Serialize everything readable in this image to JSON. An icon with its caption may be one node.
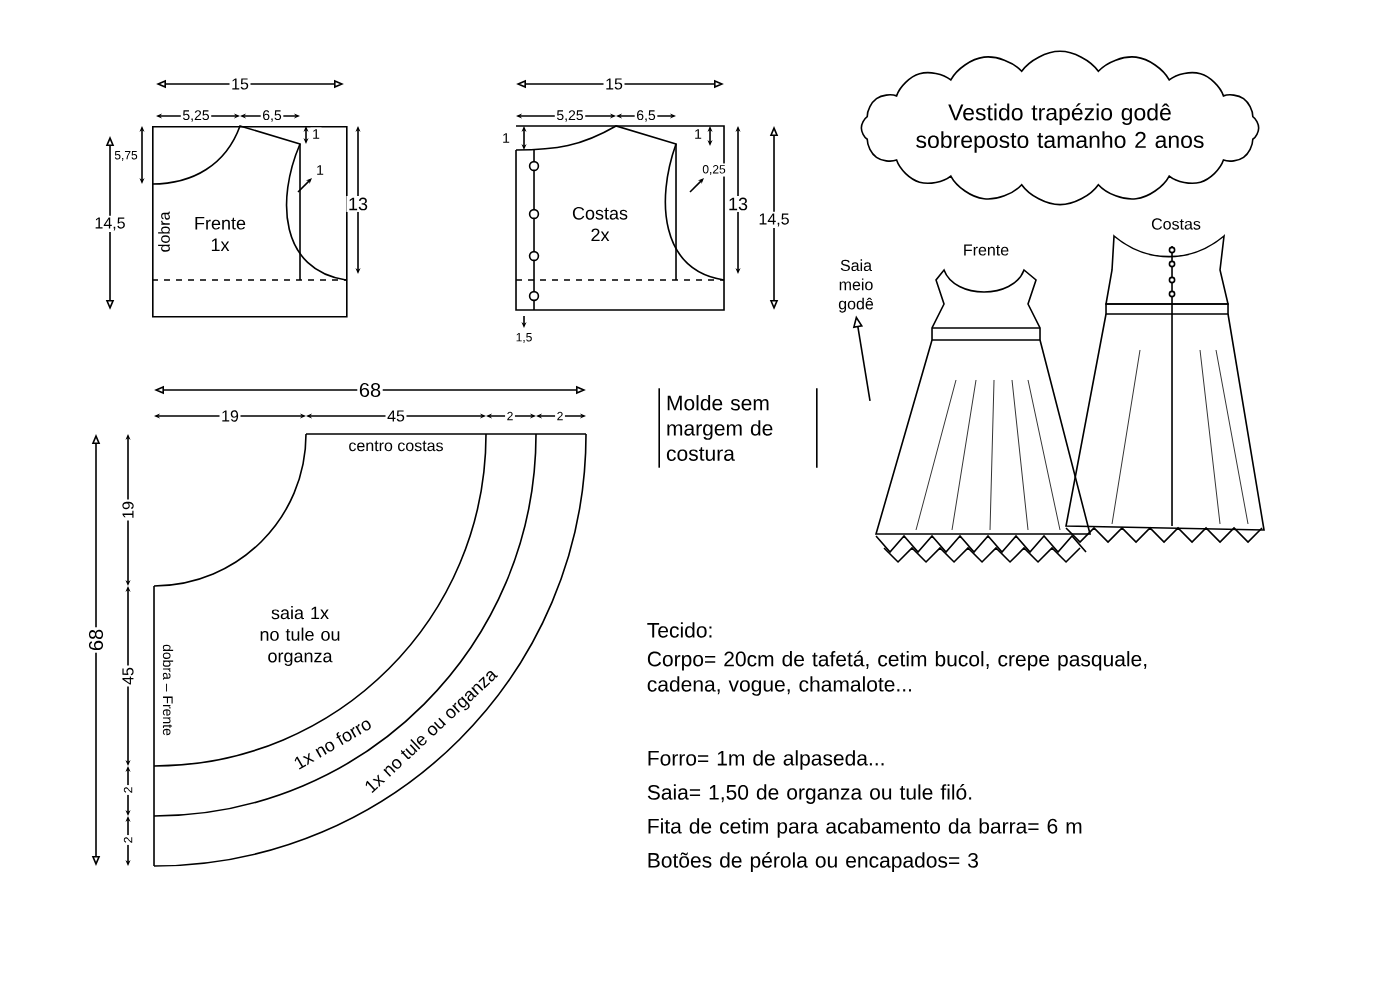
{
  "diagram": {
    "nodes": [
      {
        "text": [
          "Frente 1x",
          "dobra"
        ]
      },
      {
        "text": [
          "Costas 2x"
        ]
      },
      {
        "text": [
          "centro costas",
          "saia 1x no tule ou organza",
          "dobra – Frente",
          "1x no forro",
          "1x no tule ou organza"
        ]
      },
      {
        "text": [
          "Vestido trapézio godê sobreposto tamanho 2 anos"
        ]
      },
      {
        "text": [
          "Molde sem margem de costura"
        ]
      },
      {
        "text": [],
        "shape": "picture",
        "beside": [
          "Frente"
        ]
      },
      {
        "text": [],
        "shape": "picture",
        "beside": [
          "Costas"
        ]
      },
      {
        "text": [
          "Saia meio godê"
        ]
      }
    ],
    "edges": [
      {
        "from": 5,
        "to": 7,
        "arrow": "to"
      }
    ],
    "labels": [
      "15",
      "5,25",
      "6,5",
      "5,75",
      "1",
      "1",
      "14,5",
      "13",
      "15",
      "5,25",
      "6,5",
      "1",
      "1",
      "0,25",
      "13",
      "14,5",
      "1,5",
      "68",
      "19",
      "45",
      "2",
      "2",
      "68",
      "19",
      "45",
      "2",
      "2",
      "Tecido:",
      "Corpo= 20cm de tafetá, cetim bucol, crepe pasquale, cadena, vogue, chamalote...",
      "Forro= 1m de alpaseda...",
      "Saia= 1,50 de organza ou tule filó.",
      "Fita de cetim para acabamento da barra= 6 m",
      "Botões de pérola ou encapados= 3"
    ]
  }
}
